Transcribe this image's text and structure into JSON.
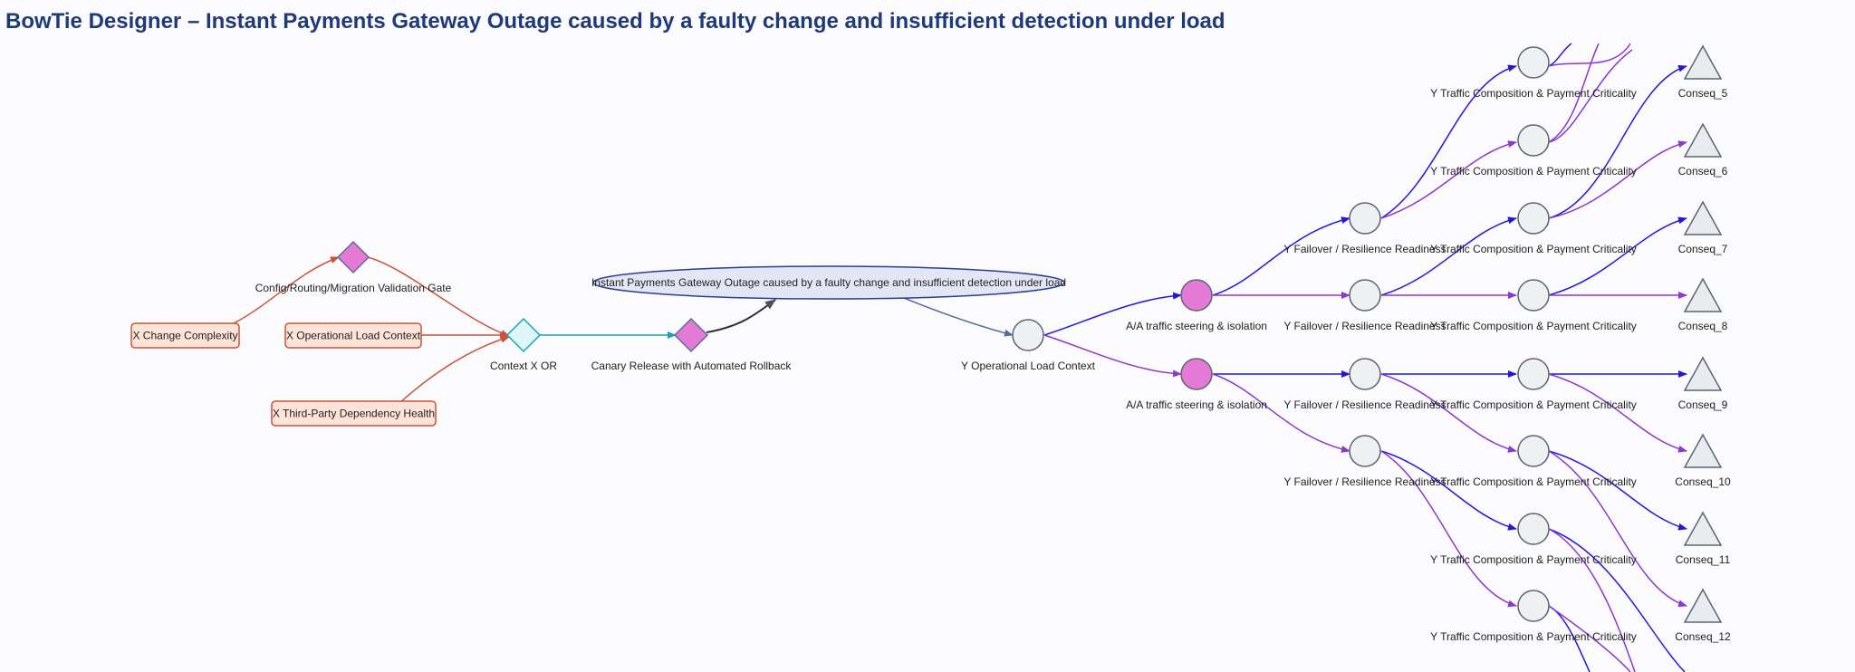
{
  "title": "BowTie Designer – Instant Payments Gateway Outage caused by a faulty change and insufficient detection under load",
  "colors": {
    "threat_fill": "#fde3d8",
    "threat_border": "#c8553a",
    "threat_edge": "#c8553a",
    "gate_fill": "#e57ad6",
    "gate_border": "#5a6e9a",
    "or_fill": "#dff6f8",
    "or_border": "#1aa3b5",
    "or_edge": "#1aa3b5",
    "event_fill": "#e3e6f5",
    "event_border": "#2a3f8f",
    "node_fill": "#eef0f2",
    "node_border": "#5a6472",
    "blue_edge": "#2418d6",
    "purple_edge": "#8a38cf",
    "slate_edge": "#5a6a98",
    "dark_edge": "#333333"
  },
  "diagram": {
    "threats": [
      "X Change Complexity",
      "X Operational Load Context",
      "X Third-Party Dependency Health"
    ],
    "validation_gate": "Config/Routing/Migration Validation Gate",
    "context_or": "Context X OR",
    "canary_barrier": "Canary Release with Automated Rollback",
    "top_event": "Instant Payments Gateway Outage caused by a faulty change and insufficient detection under load",
    "load_context": "Y Operational Load Context",
    "steering": "A/A traffic steering & isolation",
    "failover": "Y Failover / Resilience Readiness",
    "traffic": "Y Traffic Composition & Payment Criticality",
    "consequences": [
      "Conseq_5",
      "Conseq_6",
      "Conseq_7",
      "Conseq_8",
      "Conseq_9",
      "Conseq_10",
      "Conseq_11",
      "Conseq_12"
    ]
  }
}
